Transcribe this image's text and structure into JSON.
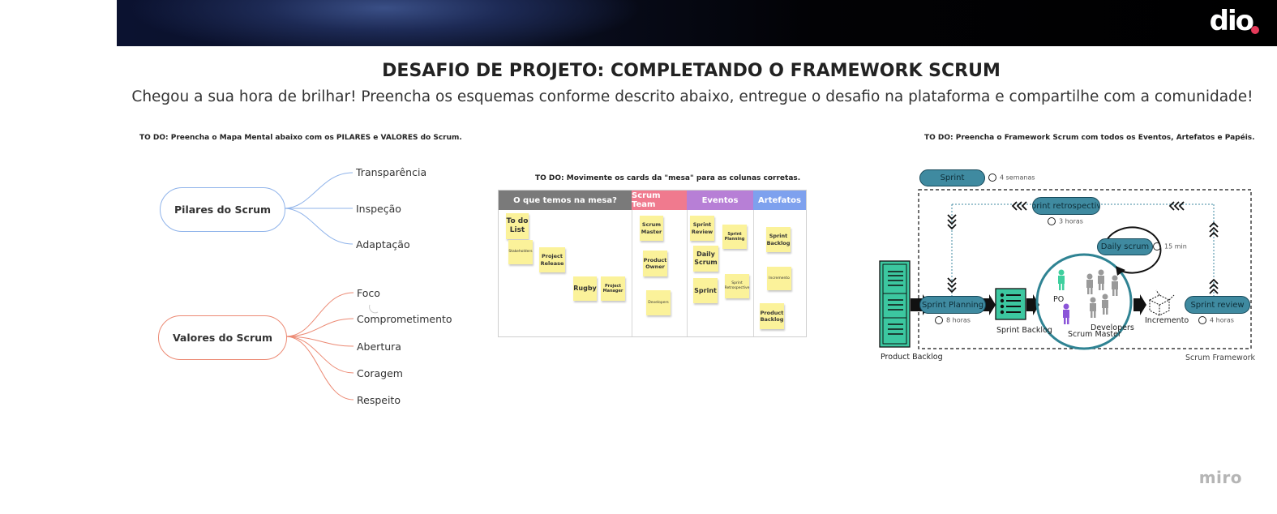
{
  "header": {
    "logo": "dio",
    "title": "DESAFIO DE PROJETO: COMPLETANDO O FRAMEWORK SCRUM",
    "subtitle": "Chegou a sua hora de brilhar! Preencha os esquemas conforme descrito abaixo, entregue o desafio na plataforma e compartilhe com a comunidade!"
  },
  "mindmap": {
    "todo": "TO DO: Preencha o Mapa Mental abaixo com os PILARES e VALORES do Scrum.",
    "pilares": {
      "label": "Pilares do Scrum",
      "color": "#8fb3ea",
      "items": [
        "Transparência",
        "Inspeção",
        "Adaptação"
      ]
    },
    "valores": {
      "label": "Valores do Scrum",
      "color": "#ec8a74",
      "items": [
        "Foco",
        "Comprometimento",
        "Abertura",
        "Coragem",
        "Respeito"
      ]
    }
  },
  "board": {
    "todo": "TO DO: Movimente os cards da \"mesa\" para as colunas corretas.",
    "columns": [
      {
        "label": "O que temos na mesa?",
        "color": "#7a7a7a"
      },
      {
        "label": "Scrum Team",
        "color": "#f07a8e"
      },
      {
        "label": "Eventos",
        "color": "#b77fd6"
      },
      {
        "label": "Artefatos",
        "color": "#7ea1ee"
      }
    ],
    "cards": {
      "todo_list": "To do List",
      "stakeholders": "Stakeholders",
      "project_release": "Project Release",
      "rugby": "Rugby",
      "project_manager": "Project Manager",
      "scrum_master": "Scrum Master",
      "product_owner": "Product Owner",
      "developers": "Developers",
      "sprint_review": "Sprint Review",
      "sprint_planning": "Sprint Planning",
      "daily_scrum": "Daily Scrum",
      "sprint": "Sprint",
      "sprint_retrospective": "Sprint Retrospective",
      "sprint_backlog": "Sprint Backlog",
      "incremento": "Incremento",
      "product_backlog": "Product Backlog"
    }
  },
  "framework": {
    "todo": "TO DO: Preencha o Framework Scrum com todos os Eventos, Artefatos e Papéis.",
    "sprint": {
      "label": "Sprint",
      "duration": "4 semanas"
    },
    "retrospective": {
      "label": "Sprint retrospective",
      "duration": "3 horas"
    },
    "daily": {
      "label": "Daily scrum",
      "duration": "15 min"
    },
    "planning": {
      "label": "Sprint Planning",
      "duration": "8 horas"
    },
    "review": {
      "label": "Sprint review",
      "duration": "4 horas"
    },
    "product_backlog": "Product Backlog",
    "sprint_backlog": "Sprint Backlog",
    "po": "PO",
    "developers": "Developers",
    "scrum_master": "Scrum Master",
    "incremento": "Incremento",
    "frame_label": "Scrum Framework",
    "colors": {
      "teal": "#3f8aa0",
      "green": "#3cc7a0",
      "circle": "#2f8393",
      "po": "#3fcf9e",
      "sm": "#8b55d8",
      "devs": "#9a9a9a"
    }
  },
  "watermark": "miro"
}
